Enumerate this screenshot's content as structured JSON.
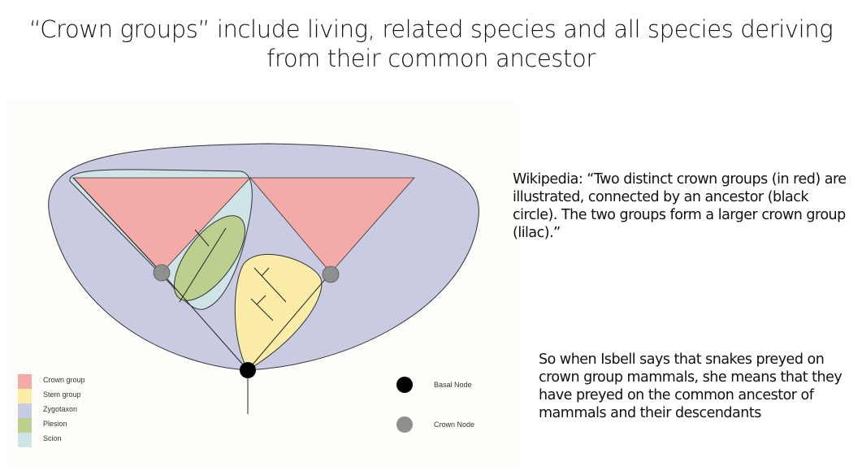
{
  "slide": {
    "title": "“Crown groups” include living, related species and all species deriving from their common ancestor",
    "quote": "Wikipedia: “Two distinct crown groups (in red) are illustrated, connected by an ancestor (black circle). The two groups form a larger crown group (lilac).”",
    "note": "So when Isbell says that snakes preyed on crown group mammals, she means that they have preyed on the common ancestor of mammals and their descendants"
  },
  "diagram": {
    "colors": {
      "crown_group": "#f4aaa6",
      "stem_group": "#fbeca8",
      "zygotaxon": "#c8cbe2",
      "plesion": "#bccf8f",
      "scion": "#cfe4e6",
      "basal_node": "#000000",
      "crown_node": "#8f8f8f",
      "outline": "#222222"
    },
    "legend": [
      {
        "label": "Crown group",
        "color": "#f4aaa6"
      },
      {
        "label": "Stem group",
        "color": "#fbeca8"
      },
      {
        "label": "Zygotaxon",
        "color": "#c8cbe2"
      },
      {
        "label": "Plesion",
        "color": "#bccf8f"
      },
      {
        "label": "Scion",
        "color": "#cfe4e6"
      }
    ],
    "node_legend": [
      {
        "label": "Basal Node",
        "color": "#000000"
      },
      {
        "label": "Crown Node",
        "color": "#8f8f8f"
      }
    ]
  }
}
